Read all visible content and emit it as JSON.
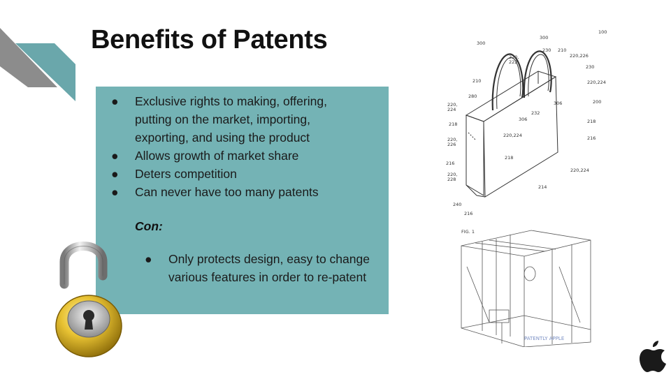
{
  "slide": {
    "title": "Benefits of Patents",
    "accent_color": "#74b3b5",
    "deco_color_gray": "#8a8a8a",
    "deco_color_teal": "#6aa7ab"
  },
  "benefits": [
    {
      "text": "Exclusive rights to making, offering, putting on the market, importing, exporting, and using the product"
    },
    {
      "text": "Allows growth of market share"
    },
    {
      "text": "Deters competition"
    },
    {
      "text": "Can never have too many patents"
    }
  ],
  "con": {
    "label": "Con:",
    "items": [
      {
        "text": "Only protects design, easy to change various features in order to re-patent"
      }
    ]
  },
  "bullet_glyph": "●",
  "images": {
    "lock": "padlock-icon",
    "bag": "shopping-bag-patent-drawing",
    "cube": "glass-cube-store-patent-drawing",
    "logo": "apple-logo-icon"
  },
  "drawing_labels": {
    "bag_fig": "100",
    "cube_fig": "FIG. 1",
    "watermark": "PATENTLY APPLE"
  }
}
